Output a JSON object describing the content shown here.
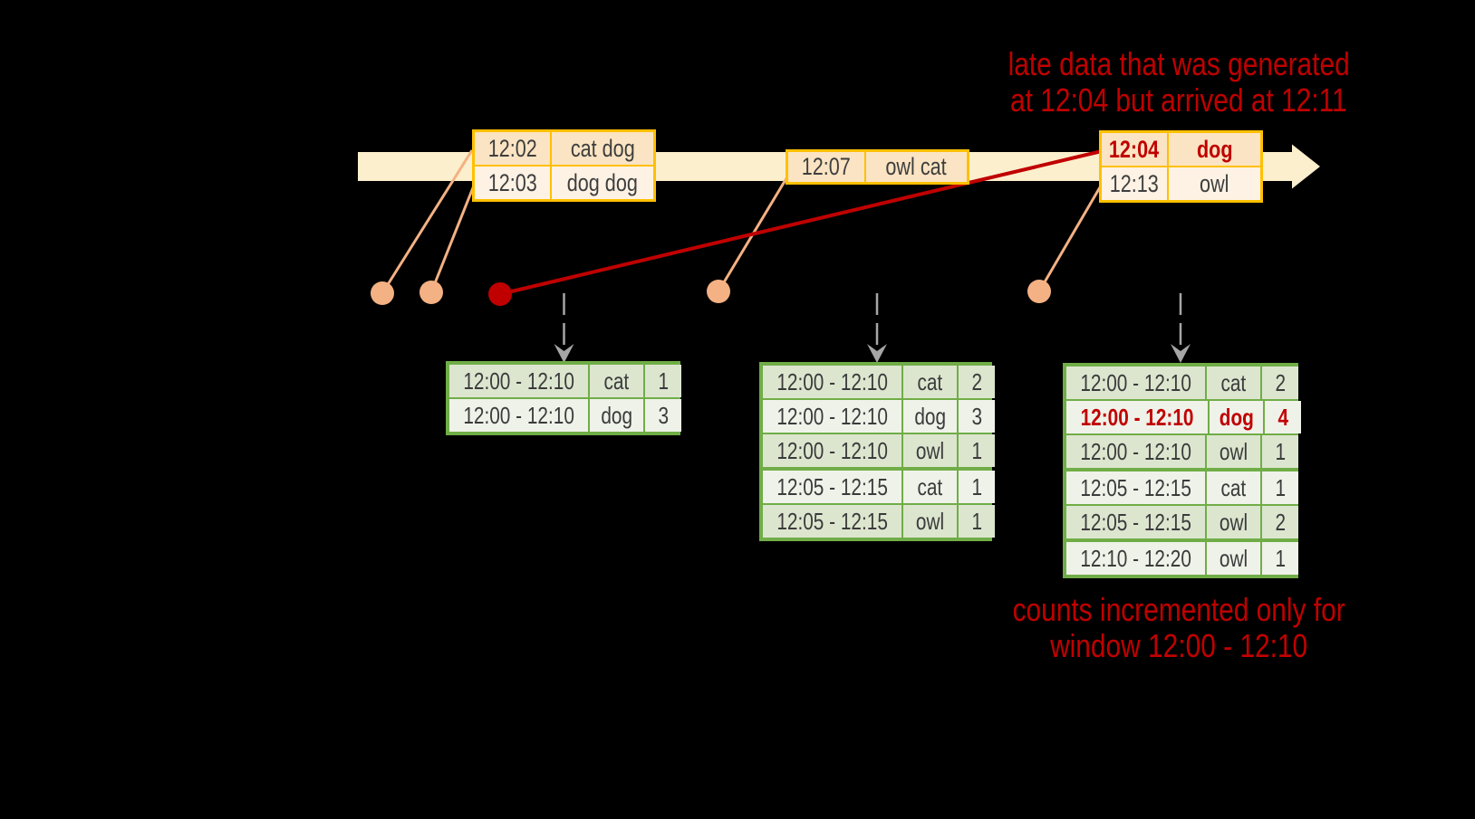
{
  "colors": {
    "background": "#000000",
    "timeline_fill": "#FBEFCD",
    "event_box_border": "#FFC000",
    "event_row_dark": "#FBE4C3",
    "event_row_light": "#FDF2E4",
    "connector_tan": "#F4B183",
    "late_red": "#C00000",
    "table_border_green": "#70AD47",
    "table_row_dark": "#DCE6CF",
    "table_row_light": "#EFF2E9",
    "trigger_arrow_gray": "#A6A6A6",
    "text_dark": "#3B3B3B"
  },
  "annotations": {
    "late_data": {
      "line1": "late data that was generated",
      "line2": "at 12:04 but arrived at 12:11"
    },
    "counts": {
      "line1": "counts incremented only for",
      "line2": "window 12:00 - 12:10"
    }
  },
  "events": {
    "group1": {
      "rows": [
        {
          "time": "12:02",
          "words": "cat dog"
        },
        {
          "time": "12:03",
          "words": "dog dog"
        }
      ]
    },
    "group2": {
      "rows": [
        {
          "time": "12:07",
          "words": "owl cat"
        }
      ]
    },
    "group3": {
      "rows": [
        {
          "time": "12:04",
          "words": "dog"
        },
        {
          "time": "12:13",
          "words": "owl"
        }
      ]
    }
  },
  "tables": [
    {
      "rows": [
        {
          "window": "12:00 - 12:10",
          "word": "cat",
          "count": "1"
        },
        {
          "window": "12:00 - 12:10",
          "word": "dog",
          "count": "3"
        }
      ]
    },
    {
      "rows": [
        {
          "window": "12:00 - 12:10",
          "word": "cat",
          "count": "2"
        },
        {
          "window": "12:00 - 12:10",
          "word": "dog",
          "count": "3"
        },
        {
          "window": "12:00 - 12:10",
          "word": "owl",
          "count": "1"
        },
        {
          "window": "12:05 - 12:15",
          "word": "cat",
          "count": "1"
        },
        {
          "window": "12:05 - 12:15",
          "word": "owl",
          "count": "1"
        }
      ]
    },
    {
      "rows": [
        {
          "window": "12:00 - 12:10",
          "word": "cat",
          "count": "2"
        },
        {
          "window": "12:00 - 12:10",
          "word": "dog",
          "count": "4"
        },
        {
          "window": "12:00 - 12:10",
          "word": "owl",
          "count": "1"
        },
        {
          "window": "12:05 - 12:15",
          "word": "cat",
          "count": "1"
        },
        {
          "window": "12:05 - 12:15",
          "word": "owl",
          "count": "2"
        },
        {
          "window": "12:10 - 12:20",
          "word": "owl",
          "count": "1"
        }
      ]
    }
  ]
}
